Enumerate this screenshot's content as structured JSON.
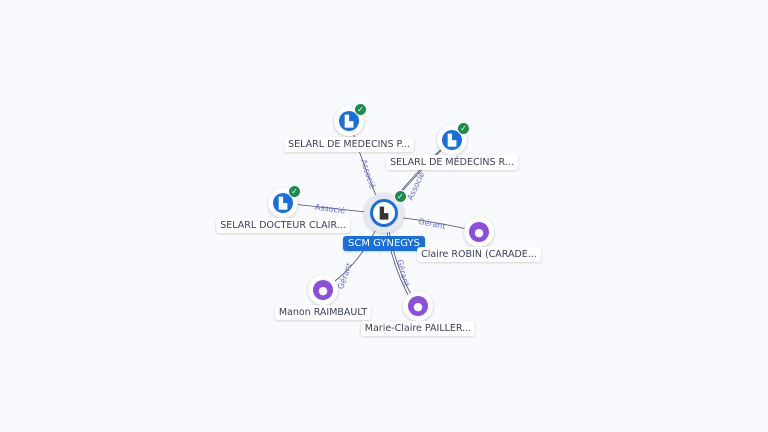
{
  "center": {
    "label": "SCM GYNEGYS",
    "icon": "building-icon"
  },
  "nodes": [
    {
      "id": "selarl-p",
      "label": "SELARL DE MEDECINS P...",
      "type": "company",
      "verified": true,
      "edge": "Associé"
    },
    {
      "id": "selarl-r",
      "label": "SELARL DE MÉDECINS R...",
      "type": "company",
      "verified": true,
      "edge": "Associé"
    },
    {
      "id": "selarl-docteur",
      "label": "SELARL DOCTEUR CLAIR...",
      "type": "company",
      "verified": true,
      "edge": "Associé"
    },
    {
      "id": "claire-robin",
      "label": "Claire ROBIN (CARADE...",
      "type": "person",
      "edge": "Gérant"
    },
    {
      "id": "manon",
      "label": "Manon RAIMBAULT",
      "type": "person",
      "edge": "Gérant"
    },
    {
      "id": "marie-claire",
      "label": "Marie-Claire PAILLER...",
      "type": "person",
      "edge": "Gérant"
    }
  ],
  "colors": {
    "company": "#1a6fe0",
    "person": "#8b4fe0",
    "verified": "#1e8a4c"
  }
}
